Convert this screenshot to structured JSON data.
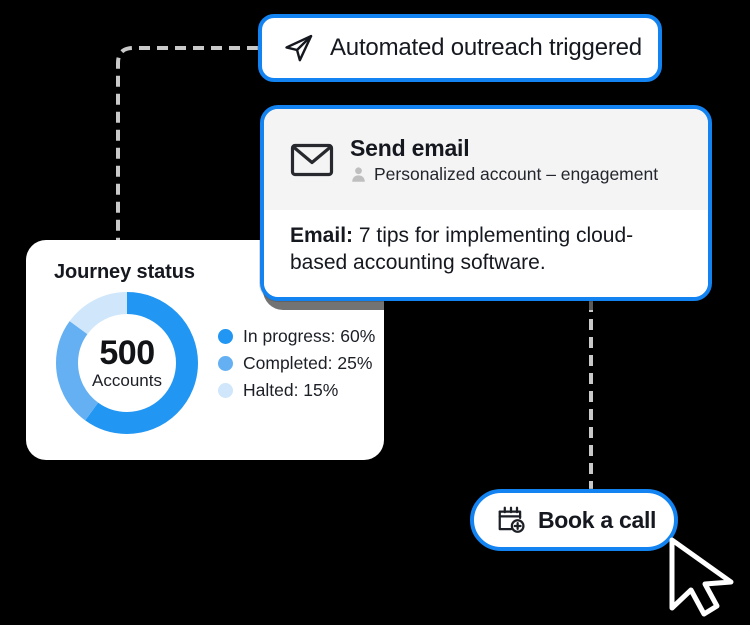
{
  "theme": {
    "background": "#000000",
    "card_bg": "#ffffff",
    "accent_blue": "#1283f0",
    "header_gray": "#f4f4f4",
    "text_dark": "#15181f",
    "connector_gray": "#c9c9c9"
  },
  "outreach": {
    "icon": "paper-plane-icon",
    "label": "Automated outreach triggered"
  },
  "email": {
    "icon": "envelope-icon",
    "title": "Send email",
    "person_icon": "person-icon",
    "subtitle": "Personalized account – engagement",
    "body_label": "Email:",
    "body_text": " 7 tips for implementing cloud-based accounting software."
  },
  "journey": {
    "title": "Journey status",
    "donut": {
      "value": "500",
      "unit": "Accounts"
    },
    "legend": [
      {
        "label": "In progress: 60%",
        "color": "#2196f3",
        "percent": 60
      },
      {
        "label": "Completed: 25%",
        "color": "#64b0f2",
        "percent": 25
      },
      {
        "label": "Halted: 15%",
        "color": "#cfe6fb",
        "percent": 15
      }
    ]
  },
  "book_call": {
    "icon": "calendar-plus-icon",
    "label": "Book a call"
  },
  "cursor": {
    "icon": "mouse-pointer-icon"
  },
  "chart_data": {
    "type": "pie",
    "title": "Journey status",
    "categories": [
      "In progress",
      "Completed",
      "Halted"
    ],
    "values": [
      60,
      25,
      15
    ],
    "unit": "%",
    "total_label": "500 Accounts",
    "colors": [
      "#2196f3",
      "#64b0f2",
      "#cfe6fb"
    ],
    "legend_position": "right",
    "donut": true
  }
}
